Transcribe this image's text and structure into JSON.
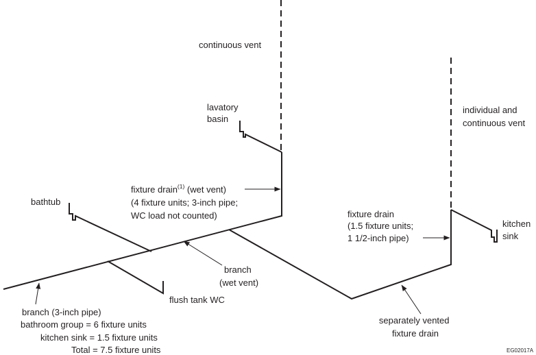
{
  "labels": {
    "continuous_vent": "continuous vent",
    "lavatory_basin": [
      "lavatory",
      "basin"
    ],
    "individual_vent": [
      "individual and",
      "continuous vent"
    ],
    "bathtub": "bathtub",
    "fixture_drain_wet": {
      "lead": "fixture drain",
      "superscript": "(1)",
      "tail": " (wet vent)",
      "line2": "(4 fixture units; 3-inch pipe;",
      "line3": "WC load not counted)"
    },
    "fixture_drain_kitchen": [
      "fixture drain",
      "(1.5 fixture units;",
      "1 1/2-inch pipe)"
    ],
    "kitchen_sink": [
      "kitchen",
      "sink"
    ],
    "branch_wet_vent": [
      "branch",
      "(wet vent)"
    ],
    "flush_tank_wc": "flush tank WC",
    "branch_summary": [
      "branch (3-inch pipe)",
      "bathroom group = 6 fixture units",
      "kitchen sink = 1.5 fixture units",
      "Total = 7.5 fixture units"
    ],
    "separately_vented": [
      "separately vented",
      "fixture drain"
    ],
    "figure_code": "EG02017A"
  }
}
